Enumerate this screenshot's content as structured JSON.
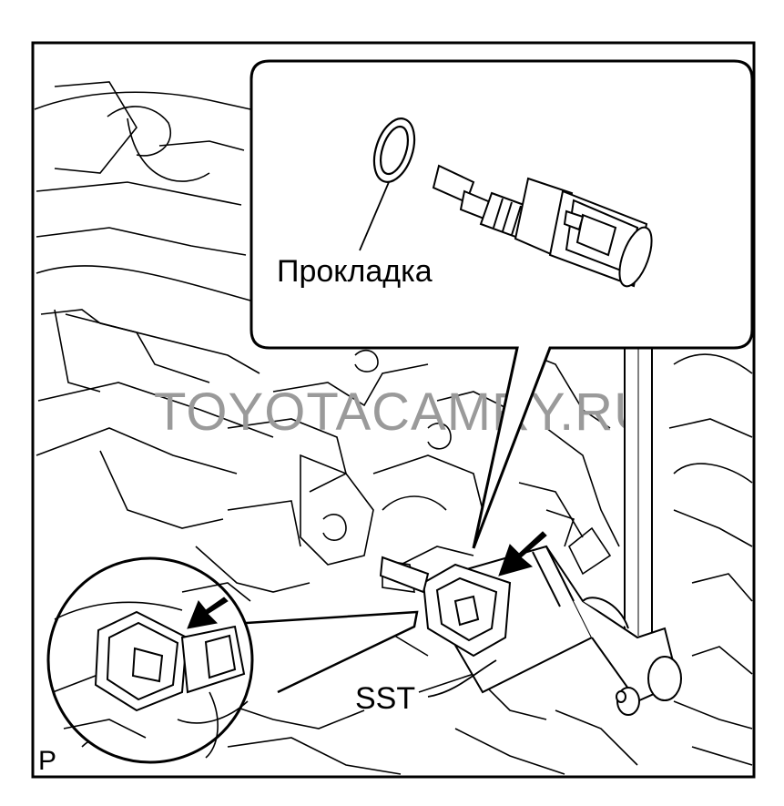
{
  "labels": {
    "gasket": "Прокладка",
    "sst": "SST",
    "corner_letter": "P"
  },
  "watermark": "TOYOTACAMRY.RU",
  "icons": {
    "inset_arrow": "arrow-down-left-icon",
    "main_arrow": "arrow-down-left-icon"
  },
  "colors": {
    "line": "#000000",
    "background": "#ffffff",
    "watermark": "#9a9a9a"
  }
}
